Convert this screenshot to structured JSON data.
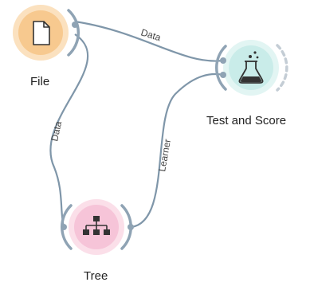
{
  "nodes": {
    "file": {
      "label": "File",
      "icon": "document-icon",
      "color": "#f7c98f",
      "ring": "#fbe1bf"
    },
    "test_score": {
      "label": "Test and Score",
      "icon": "flask-icon",
      "color": "#c9ece9",
      "ring": "#e2f5f3"
    },
    "tree": {
      "label": "Tree",
      "icon": "hierarchy-icon",
      "color": "#f6c4d8",
      "ring": "#fbdfe9"
    }
  },
  "links": {
    "file_to_test": {
      "label": "Data"
    },
    "file_to_tree": {
      "label": "Data"
    },
    "tree_to_test": {
      "label": "Learner"
    }
  },
  "colors": {
    "link": "#7f96a9",
    "channel": "#8fa3b4",
    "outline": "#333333"
  }
}
